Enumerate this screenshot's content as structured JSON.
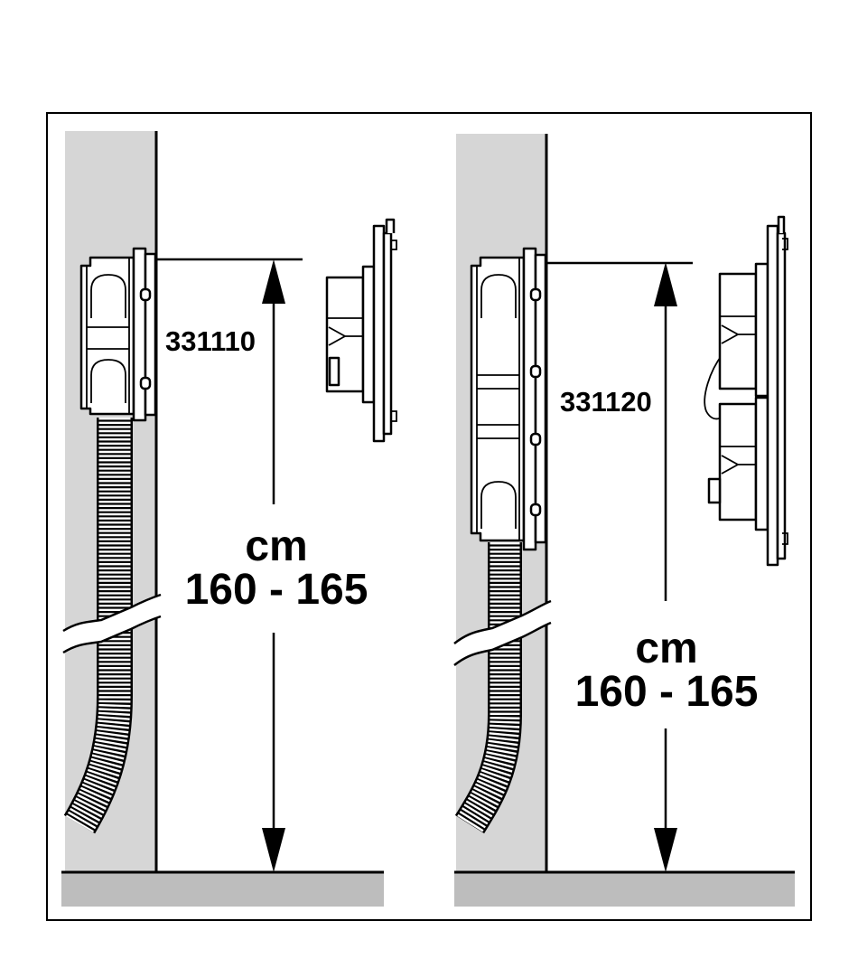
{
  "colors": {
    "wall": "#d6d6d6",
    "floor": "#bdbdbd",
    "module": "#d9d9d9",
    "line": "#000000"
  },
  "panels": [
    {
      "code": "331110",
      "unit": "cm",
      "height_range": "160 - 165"
    },
    {
      "code": "331120",
      "unit": "cm",
      "height_range": "160 - 165"
    }
  ]
}
